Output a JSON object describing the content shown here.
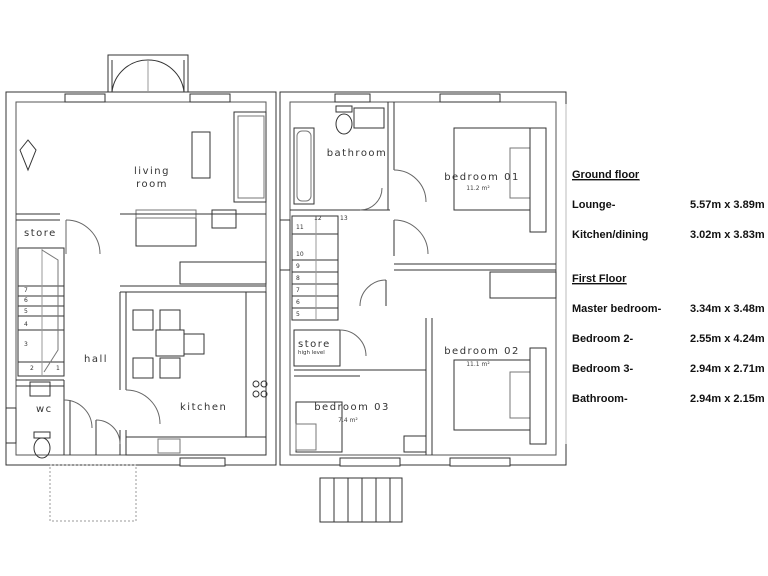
{
  "rooms": {
    "living_room_line1": "living",
    "living_room_line2": "room",
    "store_ground": "store",
    "hall": "hall",
    "wc": "wc",
    "kitchen": "kitchen",
    "bathroom": "bathroom",
    "bedroom01": "bedroom 01",
    "bedroom01_area": "11.2 m²",
    "bedroom02": "bedroom 02",
    "bedroom02_area": "11.1 m²",
    "bedroom03": "bedroom 03",
    "bedroom03_area": "7.4 m²",
    "store_first": "store",
    "store_first_sub": "high level"
  },
  "stairs_ground": [
    "7",
    "6",
    "5",
    "4",
    "3",
    "2",
    "1"
  ],
  "stairs_first_upper": [
    "11",
    "10",
    "12",
    "13"
  ],
  "stairs_first_lower": [
    "9",
    "8",
    "7",
    "6",
    "5"
  ],
  "legend": {
    "ground_heading": "Ground floor",
    "first_heading": "First Floor",
    "ground_rows": [
      {
        "label": "Lounge-",
        "value": "5.57m x 3.89m"
      },
      {
        "label": "Kitchen/dining",
        "value": "3.02m x 3.83m"
      }
    ],
    "first_rows": [
      {
        "label": "Master bedroom-",
        "value": "3.34m x 3.48m"
      },
      {
        "label": "Bedroom 2-",
        "value": "2.55m x 4.24m"
      },
      {
        "label": "Bedroom 3-",
        "value": "2.94m x 2.71m"
      },
      {
        "label": "Bathroom-",
        "value": "2.94m x 2.15m"
      }
    ]
  }
}
